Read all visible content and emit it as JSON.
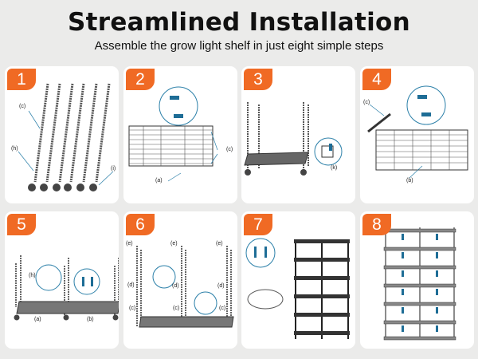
{
  "header": {
    "title": "Streamlined Installation",
    "subtitle": "Assemble the grow light shelf in just eight simple steps"
  },
  "accent": "#f06a24",
  "steps": [
    {
      "number": "1",
      "labels": [
        "(c)",
        "(h)",
        "(i)"
      ]
    },
    {
      "number": "2",
      "labels": [
        "(c)",
        "(a)"
      ]
    },
    {
      "number": "3",
      "labels": [
        "(k)"
      ]
    },
    {
      "number": "4",
      "labels": [
        "(c)",
        "(b)"
      ]
    },
    {
      "number": "5",
      "labels": [
        "(h)",
        "(a)",
        "(b)"
      ]
    },
    {
      "number": "6",
      "labels": [
        "(e)",
        "(e)",
        "(e)",
        "(d)",
        "(d)",
        "(d)",
        "(c)",
        "(c)",
        "(c)"
      ]
    },
    {
      "number": "7",
      "labels": []
    },
    {
      "number": "8",
      "labels": []
    }
  ]
}
